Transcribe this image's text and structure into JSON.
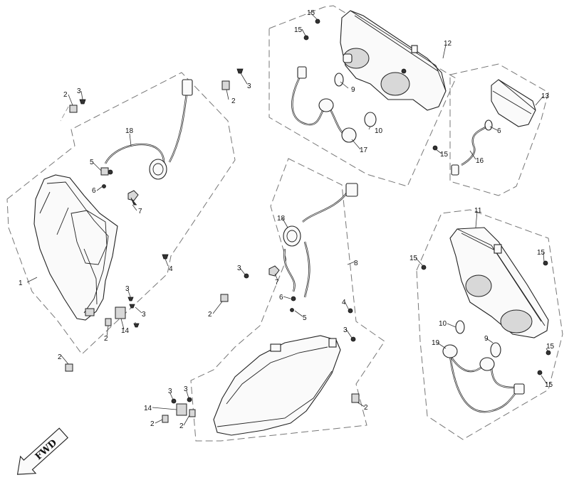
{
  "diagram": {
    "fwd_label": "FWD",
    "callouts": [
      {
        "id": "c1",
        "text": "1"
      },
      {
        "id": "c2a",
        "text": "2"
      },
      {
        "id": "c3a",
        "text": "3"
      },
      {
        "id": "c2b",
        "text": "2"
      },
      {
        "id": "c3b",
        "text": "3"
      },
      {
        "id": "c18a",
        "text": "18"
      },
      {
        "id": "c5a",
        "text": "5"
      },
      {
        "id": "c6a",
        "text": "6"
      },
      {
        "id": "c7a",
        "text": "7"
      },
      {
        "id": "c4a",
        "text": "4"
      },
      {
        "id": "c3c",
        "text": "3"
      },
      {
        "id": "c3d",
        "text": "3"
      },
      {
        "id": "c14a",
        "text": "14"
      },
      {
        "id": "c2c",
        "text": "2"
      },
      {
        "id": "c2d",
        "text": "2"
      },
      {
        "id": "c15a",
        "text": "15"
      },
      {
        "id": "c15b",
        "text": "15"
      },
      {
        "id": "c12",
        "text": "12"
      },
      {
        "id": "c9a",
        "text": "9"
      },
      {
        "id": "c10a",
        "text": "10"
      },
      {
        "id": "c17",
        "text": "17"
      },
      {
        "id": "c15c",
        "text": "15"
      },
      {
        "id": "c13",
        "text": "13"
      },
      {
        "id": "c6b",
        "text": "6"
      },
      {
        "id": "c16",
        "text": "16"
      },
      {
        "id": "c18b",
        "text": "18"
      },
      {
        "id": "c8",
        "text": "8"
      },
      {
        "id": "c7b",
        "text": "7"
      },
      {
        "id": "c3e",
        "text": "3"
      },
      {
        "id": "c2e",
        "text": "2"
      },
      {
        "id": "c6c",
        "text": "6"
      },
      {
        "id": "c5b",
        "text": "5"
      },
      {
        "id": "c4b",
        "text": "4"
      },
      {
        "id": "c3f",
        "text": "3"
      },
      {
        "id": "c2f",
        "text": "2"
      },
      {
        "id": "c3g",
        "text": "3"
      },
      {
        "id": "c3h",
        "text": "3"
      },
      {
        "id": "c14b",
        "text": "14"
      },
      {
        "id": "c2g",
        "text": "2"
      },
      {
        "id": "c2h",
        "text": "2"
      },
      {
        "id": "c11",
        "text": "11"
      },
      {
        "id": "c15d",
        "text": "15"
      },
      {
        "id": "c15e",
        "text": "15"
      },
      {
        "id": "c10b",
        "text": "10"
      },
      {
        "id": "c9b",
        "text": "9"
      },
      {
        "id": "c19",
        "text": "19"
      },
      {
        "id": "c15f",
        "text": "15"
      },
      {
        "id": "c15g",
        "text": "15"
      }
    ]
  }
}
